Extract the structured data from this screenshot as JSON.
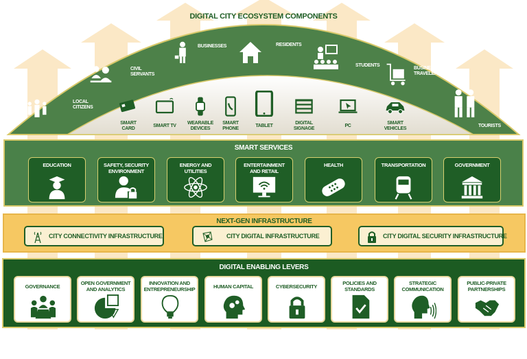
{
  "title": "DIGITAL CITY ECOSYSTEM COMPONENTS",
  "colors": {
    "dark_green": "#1f5e26",
    "mid_green": "#4a8149",
    "gold": "#f6c862",
    "cream": "#fbf0d2",
    "arrow": "#fbe8c6"
  },
  "stakeholders": [
    {
      "label": "LOCAL\nCITIZENS",
      "icon": "crowd-icon"
    },
    {
      "label": "CIVIL\nSERVANTS",
      "icon": "office-workers-icon"
    },
    {
      "label": "BUSINESSES",
      "icon": "businessman-icon"
    },
    {
      "label": "RESIDENTS",
      "icon": "house-icon"
    },
    {
      "label": "STUDENTS",
      "icon": "classroom-icon"
    },
    {
      "label": "BUSINESS\nTRAVELERS",
      "icon": "luggage-cart-icon"
    },
    {
      "label": "TOURISTS",
      "icon": "tourists-icon"
    }
  ],
  "devices": [
    {
      "label": "SMART\nCARD",
      "icon": "smart-card-icon"
    },
    {
      "label": "SMART TV",
      "icon": "smart-tv-icon"
    },
    {
      "label": "WEARABLE\nDEVICES",
      "icon": "smartwatch-icon"
    },
    {
      "label": "SMART\nPHONE",
      "icon": "smartphone-icon"
    },
    {
      "label": "TABLET",
      "icon": "tablet-icon"
    },
    {
      "label": "DIGITAL\nSIGNAGE",
      "icon": "signage-icon"
    },
    {
      "label": "PC",
      "icon": "laptop-icon"
    },
    {
      "label": "SMART\nVEHICLES",
      "icon": "car-icon"
    }
  ],
  "smart_services": {
    "title": "SMART SERVICES",
    "items": [
      {
        "label": "EDUCATION",
        "icon": "graduate-icon"
      },
      {
        "label": "SAFETY, SECURITY\nENVIRONMENT",
        "icon": "user-lock-icon"
      },
      {
        "label": "ENERGY AND\nUTILITIES",
        "icon": "atom-icon"
      },
      {
        "label": "ENTERTAINMENT\nAND RETAIL",
        "icon": "wifi-monitor-icon"
      },
      {
        "label": "HEALTH",
        "icon": "bandage-icon"
      },
      {
        "label": "TRANSPORTATION",
        "icon": "train-icon"
      },
      {
        "label": "GOVERNMENT",
        "icon": "government-building-icon"
      }
    ]
  },
  "infrastructure": {
    "title": "NEXT-GEN INFRASTRUCTURE",
    "items": [
      {
        "label": "CITY CONNECTIVITY INFRASTRUCTURE",
        "icon": "antenna-tower-icon"
      },
      {
        "label": "CITY DIGITAL INFRASTRUCTURE",
        "icon": "network-node-icon"
      },
      {
        "label": "CITY DIGITAL SECURITY INFRASTRUCTURE",
        "icon": "padlock-icon"
      }
    ]
  },
  "levers": {
    "title": "DIGITAL ENABLING LEVERS",
    "items": [
      {
        "label": "GOVERNANCE",
        "icon": "meeting-icon"
      },
      {
        "label": "OPEN GOVERNMENT\nAND ANALYTICS",
        "icon": "pie-chart-icon"
      },
      {
        "label": "INNOVATION AND\nENTREPRENEURSHIP",
        "icon": "lightbulb-icon"
      },
      {
        "label": "HUMAN CAPITAL",
        "icon": "head-gears-icon"
      },
      {
        "label": "CYBERSECURITY",
        "icon": "padlock-icon"
      },
      {
        "label": "POLICIES AND\nSTANDARDS",
        "icon": "document-check-icon"
      },
      {
        "label": "STRATEGIC\nCOMMUNICATION",
        "icon": "speaking-head-icon"
      },
      {
        "label": "PUBLIC-PRIVATE\nPARTNERSHIPS",
        "icon": "handshake-icon"
      }
    ]
  }
}
